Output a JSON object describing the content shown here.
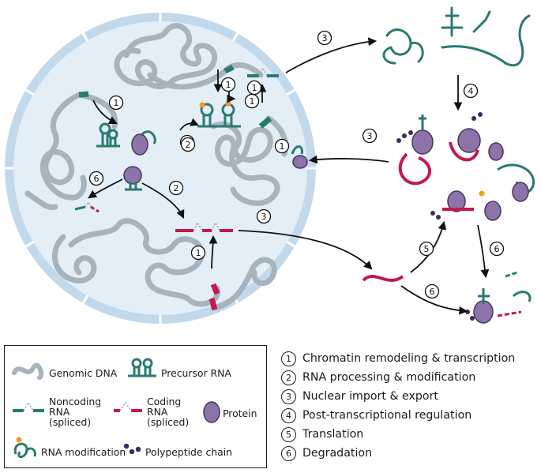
{
  "steps": [
    {
      "num": "1",
      "label": "Chromatin remodeling & transcription"
    },
    {
      "num": "2",
      "label": "RNA processing & modification"
    },
    {
      "num": "3",
      "label": "Nuclear import & export"
    },
    {
      "num": "4",
      "label": "Post-transcriptional regulation"
    },
    {
      "num": "5",
      "label": "Translation"
    },
    {
      "num": "6",
      "label": "Degradation"
    }
  ],
  "legend": {
    "genomic_dna": "Genomic DNA",
    "precursor_rna": "Precursor RNA",
    "noncoding": [
      "Noncoding",
      "RNA",
      "(spliced)"
    ],
    "coding": [
      "Coding",
      "RNA",
      "(spliced)"
    ],
    "protein": "Protein",
    "rna_modification": "RNA modification",
    "polypeptide": "Polypeptide chain"
  },
  "colors": {
    "nucleus_fill": "#e3eef7",
    "nucleus_rim": "#c2d9ec",
    "dna": "#a7b4bc",
    "noncoding_rna": "#2a7a72",
    "coding_rna": "#c4194f",
    "protein": "#8d74a8",
    "protein_stroke": "#473563",
    "modification": "#f39a22",
    "polypeptide": "#3b2c5f",
    "arrow": "#111111"
  },
  "diagram_markers": [
    "1",
    "1",
    "1",
    "1",
    "2",
    "2",
    "6",
    "1",
    "1",
    "2",
    "3",
    "3",
    "3",
    "4",
    "5",
    "6",
    "6"
  ]
}
